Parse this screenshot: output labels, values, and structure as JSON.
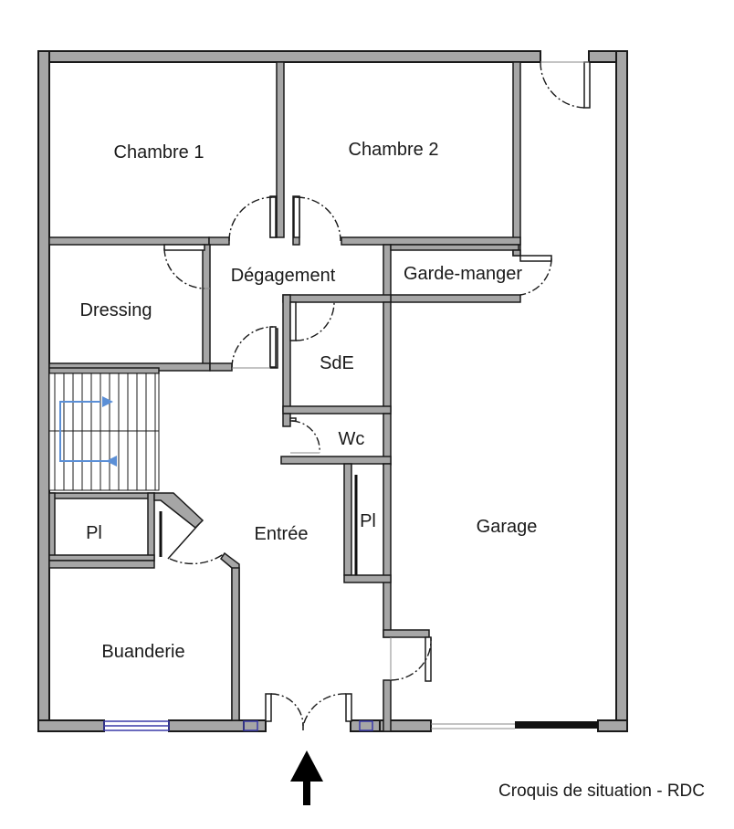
{
  "rooms": {
    "chambre1": "Chambre 1",
    "chambre2": "Chambre 2",
    "degagement": "Dégagement",
    "garde_manger": "Garde-manger",
    "dressing": "Dressing",
    "sde": "SdE",
    "wc": "Wc",
    "placard_left": "Pl",
    "placard_right": "Pl",
    "entree": "Entrée",
    "garage": "Garage",
    "buanderie": "Buanderie"
  },
  "caption": "Croquis de situation - RDC",
  "entrance_arrow_icon": "arrow-up-icon",
  "colors": {
    "wall_fill": "#a6a6a6",
    "wall_outline": "#1a1a1a",
    "stair_direction": "#5b8fd6",
    "window": "#3a3aa8"
  }
}
